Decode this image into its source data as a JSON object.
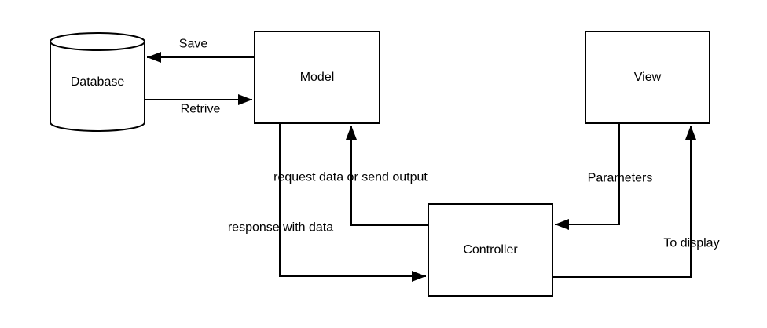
{
  "diagram": {
    "type": "flowchart",
    "colors": {
      "background": "#ffffff",
      "line": "#000000",
      "text": "#000000",
      "node_fill": "#ffffff"
    },
    "nodes": [
      {
        "id": "database",
        "shape": "cylinder",
        "label": "Database"
      },
      {
        "id": "model",
        "shape": "rect",
        "label": "Model"
      },
      {
        "id": "view",
        "shape": "rect",
        "label": "View"
      },
      {
        "id": "controller",
        "shape": "rect",
        "label": "Controller"
      }
    ],
    "edges": [
      {
        "from": "model",
        "to": "database",
        "label": "Save"
      },
      {
        "from": "database",
        "to": "model",
        "label": "Retrive"
      },
      {
        "from": "controller",
        "to": "model",
        "label": "request data or send output"
      },
      {
        "from": "model",
        "to": "controller",
        "label": "response with data"
      },
      {
        "from": "view",
        "to": "controller",
        "label": "Parameters"
      },
      {
        "from": "controller",
        "to": "view",
        "label": "To display"
      }
    ]
  }
}
